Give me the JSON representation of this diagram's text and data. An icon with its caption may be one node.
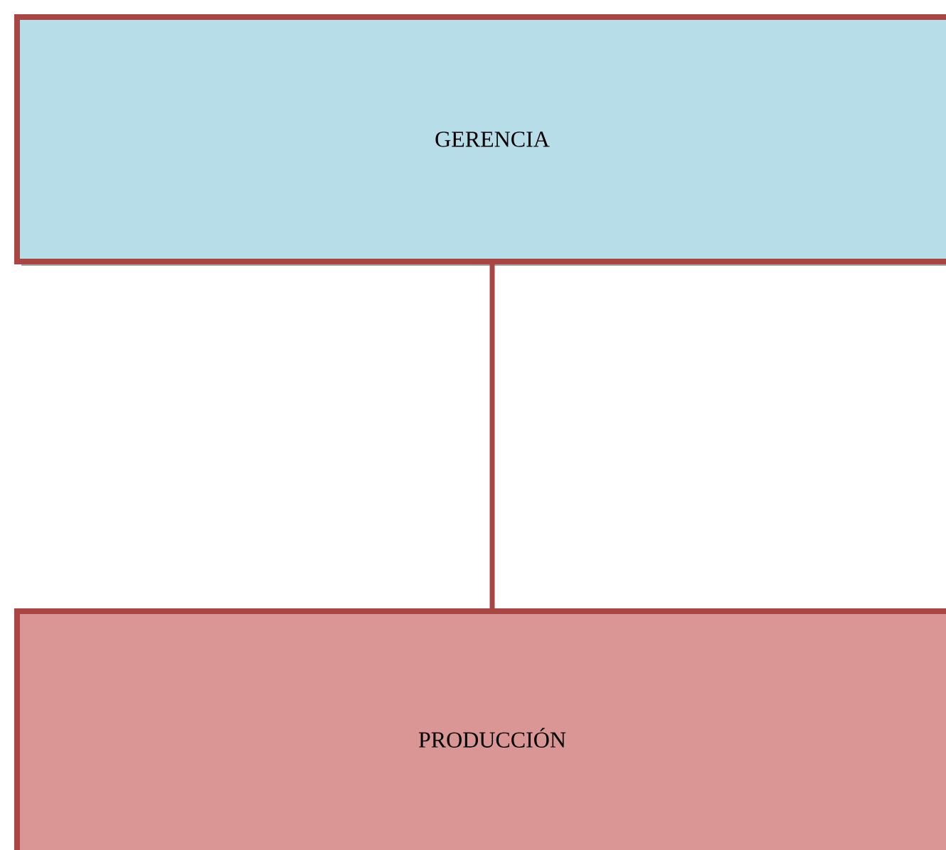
{
  "diagram": {
    "nodes": [
      {
        "text": [
          "GERENCIA"
        ]
      },
      {
        "text": [
          "PRODUCCIÓN"
        ]
      }
    ],
    "edges": [
      {
        "from": 0,
        "to": 1,
        "arrow": "none"
      }
    ]
  }
}
